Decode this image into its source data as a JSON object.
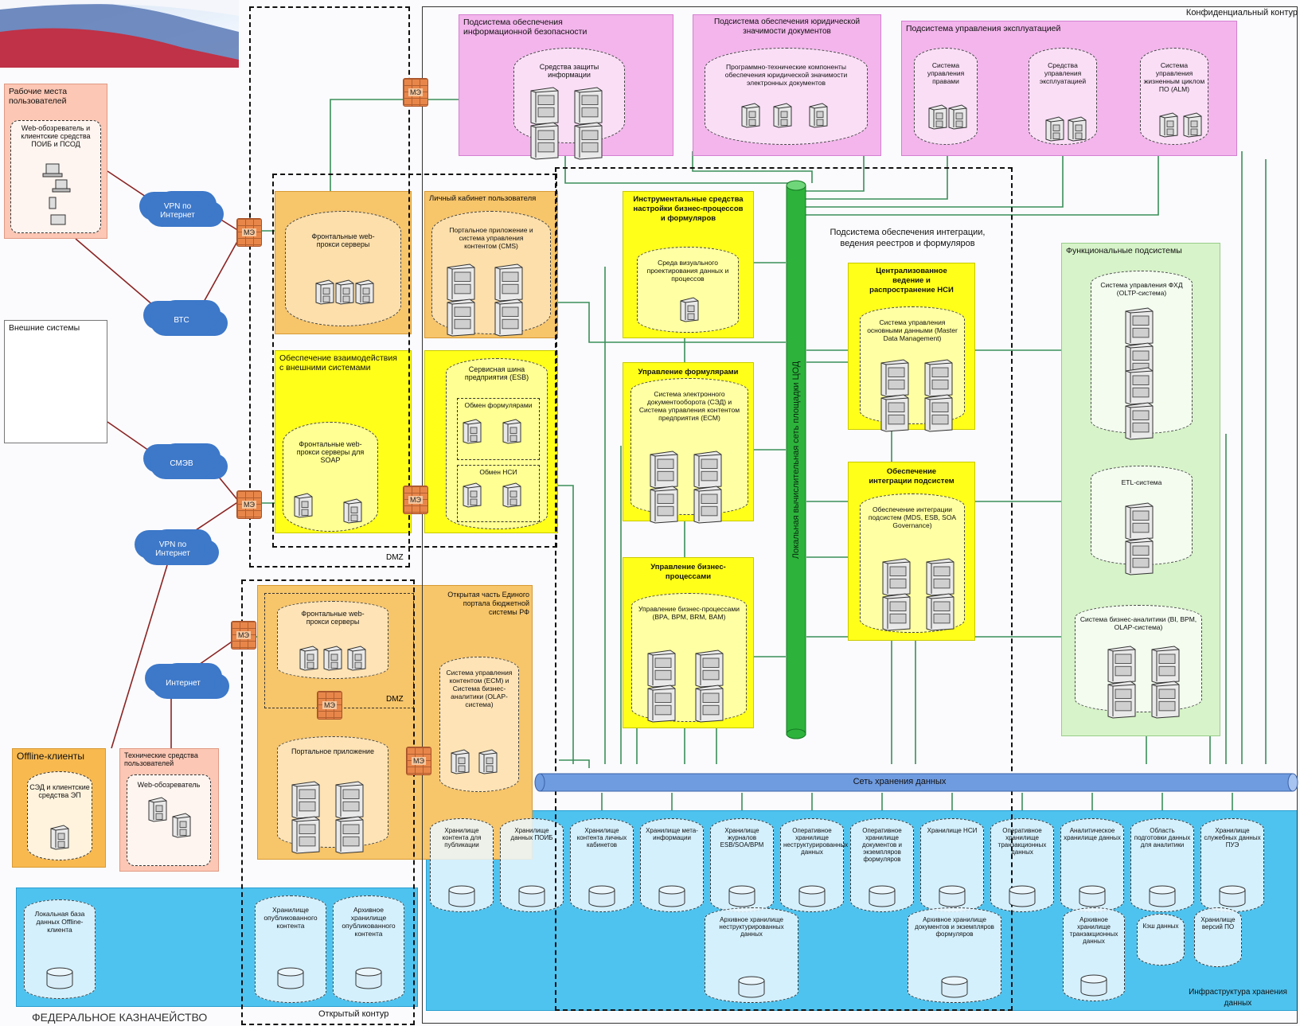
{
  "colors": {
    "pink": "#f3b5ec",
    "orange": "#f7c56a",
    "yellow": "#ffff1a",
    "green": "#d7f3c9",
    "salmon": "#fcc7b4",
    "blue": "#4fc3ef",
    "lan": "#2db33c",
    "san": "#6f9be0",
    "wire": "#3b8f5a",
    "wire_red": "#8b2323",
    "firewall": "#e8864a",
    "cloud": "#3d78c9"
  },
  "icons": {
    "server": "server-icon",
    "firewall": "firewall-icon",
    "cloud": "cloud-icon",
    "disk": "database-disk-icon",
    "laptop": "laptop-icon",
    "phone": "phone-icon",
    "flag": "flag-graphic"
  },
  "labels": {
    "confidential": "Конфиденциальный контур",
    "open": "Открытый контур",
    "footer": "ФЕДЕРАЛЬНОЕ КАЗНАЧЕЙСТВО",
    "dmz": "DMZ",
    "firewall": "МЭ",
    "lan": "Локальная вычислительная сеть площадки ЦОД",
    "san": "Сеть хранения данных",
    "infra": "Инфраструктура хранения данных"
  },
  "clouds": {
    "vpn": "VPN по Интернет",
    "bts": "ВТС",
    "smev": "СМЭВ",
    "internet": "Интернет"
  },
  "left": {
    "workplaces_title": "Рабочие места пользователей",
    "workplaces_inner": "Web-обозреватель и клиентские средства ПОИБ и ПСОД",
    "external": "Внешние системы",
    "offline_title": "Offline-клиенты",
    "offline_inner": "СЭД и клиентские средства ЭП",
    "tech_title": "Технические средства пользователей",
    "tech_inner": "Web-обозреватель",
    "local_db": "Локальная база данных Offline-клиента"
  },
  "top": {
    "security_title": "Подсистема обеспечения информационной безопасности",
    "security_inner": "Средства защиты информации",
    "legal_title": "Подсистема обеспечения юридической значимости документов",
    "legal_inner": "Программно-технические компоненты обеспечения юридической значимости электронных документов",
    "ops_title": "Подсистема управления эксплуатацией",
    "ops_a": "Система управления правами",
    "ops_b": "Средства управления эксплуатацией",
    "ops_c": "Система управления жизненным циклом ПО (ALM)"
  },
  "dmz": {
    "front_web": "Фронтальные web-прокси серверы",
    "ext_title": "Обеспечение взаимодействия с внешними системами",
    "front_soap": "Фронтальные web-прокси серверы для SOAP",
    "cabinet_title": "Личный кабинет пользователя",
    "portal_cms": "Портальное приложение и система управления контентом (CMS)",
    "esb": "Сервисная шина предприятия (ESB)",
    "forms_exchange": "Обмен формулярами",
    "nsi_exchange": "Обмен НСИ"
  },
  "openpart": {
    "title": "Открытая часть Единого портала бюджетной системы РФ",
    "front_web": "Фронтальные web-прокси серверы",
    "portal_app": "Портальное приложение",
    "ecm": "Система управления контентом (ECM) и Система бизнес-аналитики (OLAP-система)",
    "published": "Хранилище опубликованного контента",
    "archive_published": "Архивное хранилище опубликованного контента"
  },
  "middle": {
    "tools_title": "Инструментальные средства настройки бизнес-процессов и формуляров",
    "tools_inner": "Среда визуального проектирования данных и процессов",
    "forms_title": "Управление формулярами",
    "forms_inner": "Система электронного документооборота (СЭД) и Система управления контентом предприятия (ECM)",
    "bp_title": "Управление бизнес-процессами",
    "bp_inner": "Управление бизнес-процессами (BPA, BPM, BRM, BAM)",
    "integration_note": "Подсистема обеспечения интеграции, ведения реестров и формуляров",
    "nsi_title": "Централизованное ведение и распространение НСИ",
    "nsi_inner": "Система управления основными данными (Master Data Management)",
    "int_title": "Обеспечение интеграции подсистем",
    "int_inner": "Обеспечение интеграции подсистем (MDS, ESB, SOA Governance)"
  },
  "functional": {
    "title": "Функциональные подсистемы",
    "dwh": "Система управления ФХД (OLTP-система)",
    "etl": "ETL-система",
    "bi": "Система бизнес-аналитики (BI, BPM, OLAP-система)"
  },
  "storage": [
    "Хранилище контента для публикации",
    "Хранилище данных ПОИБ",
    "Хранилище контента личных кабинетов",
    "Хранилище мета-информации",
    "Хранилище журналов ESB/SOA/BPM",
    "Оперативное хранилище неструктурированных данных",
    "Оперативное хранилище документов и экземпляров формуляров",
    "Хранилище НСИ",
    "Оперативное хранилище транзакционных данных",
    "Аналитическое хранилище данных",
    "Область подготовки данных для аналитики",
    "Хранилище служебных данных ПУЭ"
  ],
  "archive": {
    "unstructured": "Архивное хранилище неструктурированных данных",
    "documents": "Архивное хранилище документов и экземпляров формуляров",
    "transactions": "Архивное хранилище транзакционных данных",
    "cache": "Кэш данных",
    "versions": "Хранилище версий ПО"
  }
}
